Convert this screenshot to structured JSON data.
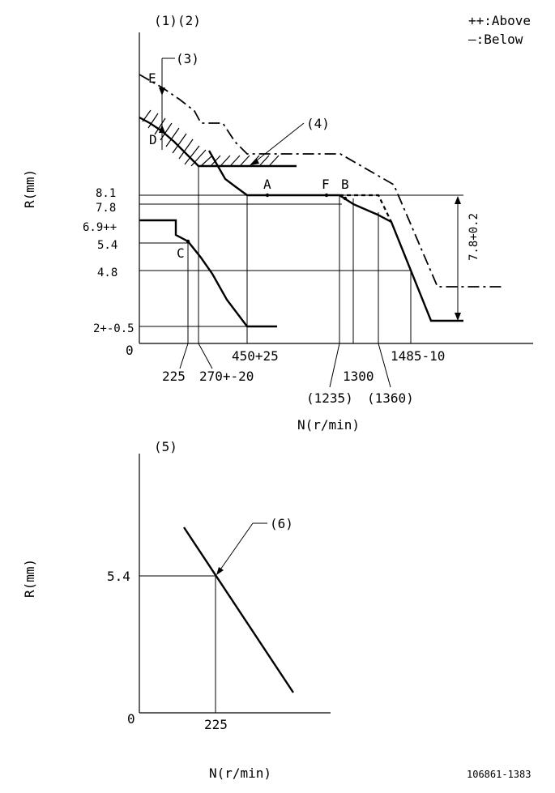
{
  "legend": {
    "above": "++:Above",
    "below": "—:Below"
  },
  "top_chart": {
    "refs": {
      "r1": "(1)",
      "r2": "(2)",
      "r3": "(3)",
      "r4": "(4)"
    },
    "y_axis_label": "R(mm)",
    "x_axis_label": "N(r/min)",
    "y_ticks": [
      "8.1",
      "7.8",
      "6.9++",
      "5.4",
      "4.8",
      "2+-0.5",
      "0"
    ],
    "x_ticks": {
      "t225": "225",
      "t270": "270+-20",
      "t450": "450+25",
      "t1235": "(1235)",
      "t1300": "1300",
      "t1360": "(1360)",
      "t1485": "1485-10"
    },
    "points": {
      "A": "A",
      "B": "B",
      "C": "C",
      "D": "D",
      "E": "E",
      "F": "F"
    },
    "dimension_label": "7.8+0.2"
  },
  "bottom_chart": {
    "ref5": "(5)",
    "ref6": "(6)",
    "y_axis_label": "R(mm)",
    "x_axis_label": "N(r/min)",
    "y_tick": "5.4",
    "y_zero": "0",
    "x_tick": "225"
  },
  "drawing_number": "106861-1383"
}
